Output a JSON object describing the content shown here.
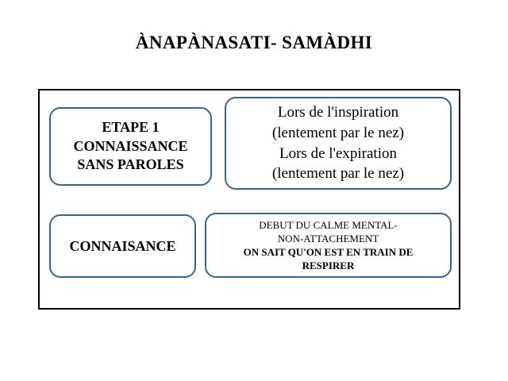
{
  "page": {
    "title": "ÀNAPÀNASATI- SAMÀDHI",
    "background_color": "#ffffff",
    "text_color": "#000000",
    "frame_border_color": "#000000",
    "box_border_color": "#3a6490"
  },
  "diagram": {
    "rows": [
      {
        "left_box": {
          "name": "etape-box",
          "lines": [
            "ETAPE 1",
            "CONNAISSANCE",
            "SANS PAROLES"
          ],
          "weight": "bold"
        },
        "right_box": {
          "name": "breathing-box",
          "lines": [
            "Lors de l'inspiration",
            "(lentement par le nez)",
            "Lors de l'expiration",
            "(lentement par le nez)"
          ],
          "weight": "normal"
        }
      },
      {
        "left_box": {
          "name": "connaisance-box",
          "lines": [
            "CONNAISANCE"
          ],
          "weight": "bold"
        },
        "right_box": {
          "name": "calme-mental-box",
          "lines": [
            {
              "text": "DEBUT DU CALME MENTAL-",
              "weight": "normal"
            },
            {
              "text": "NON-ATTACHEMENT",
              "weight": "normal"
            },
            {
              "text": "ON SAIT QU'ON EST EN TRAIN DE",
              "weight": "bold"
            },
            {
              "text": "RESPIRER",
              "weight": "bold"
            }
          ]
        }
      }
    ]
  }
}
